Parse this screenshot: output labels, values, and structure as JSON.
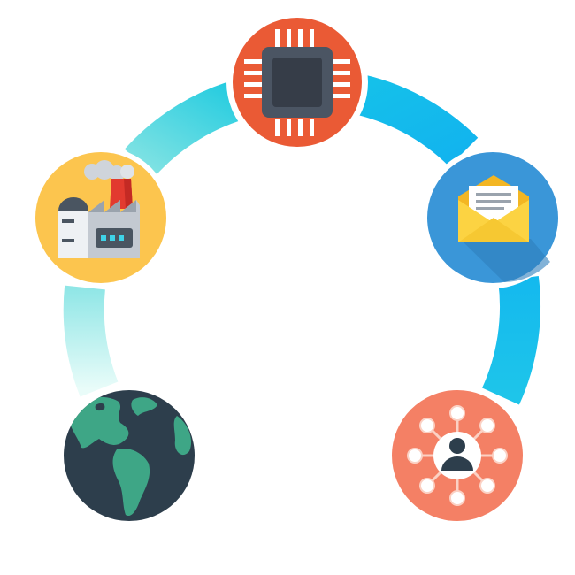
{
  "diagram": {
    "type": "cycle",
    "nodes": [
      {
        "id": "globe",
        "icon": "globe-icon",
        "circle_color": "#2d3e4c"
      },
      {
        "id": "factory",
        "icon": "factory-icon",
        "circle_color": "#fcc54e"
      },
      {
        "id": "processor",
        "icon": "processor-chip-icon",
        "circle_color": "#ea5a35"
      },
      {
        "id": "email",
        "icon": "envelope-email-icon",
        "circle_color": "#3a96d8"
      },
      {
        "id": "network",
        "icon": "user-network-icon",
        "circle_color": "#f48065"
      }
    ],
    "ring_colors": {
      "start": "#e6fbf7",
      "mid": "#2ed0dd",
      "end": "#11b8ec"
    }
  }
}
